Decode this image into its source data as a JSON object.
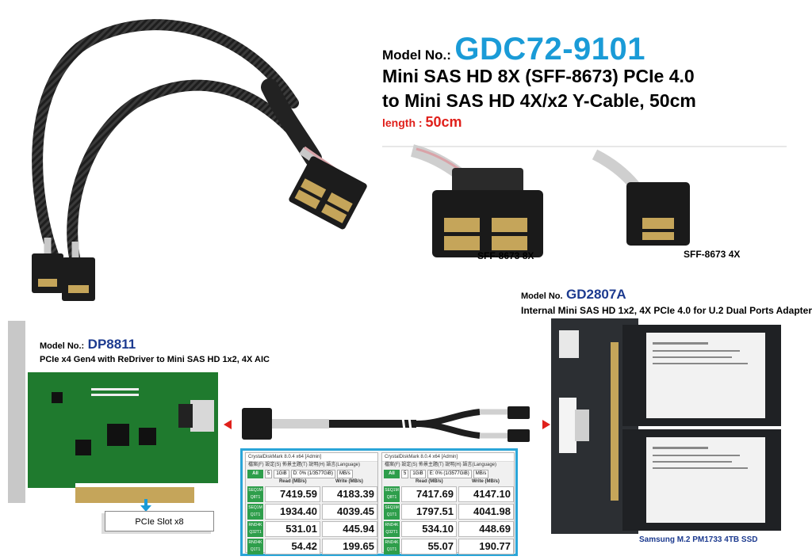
{
  "header": {
    "model_prefix": "Model No.:",
    "model_number": "GDC72-9101",
    "title_line1": "Mini SAS HD 8X (SFF-8673) PCIe 4.0",
    "title_line2": "to Mini SAS HD 4X/x2 Y-Cable, 50cm",
    "length_label": "length :",
    "length_value": "50cm"
  },
  "connectors": {
    "label_8x": "SFF-8673 8X",
    "label_4x": "SFF-8673 4X"
  },
  "adapter": {
    "model_prefix": "Model No.",
    "model_number": "GD2807A",
    "description": "Internal Mini SAS HD 1x2, 4X PCIe 4.0 for U.2 Dual Ports Adapter",
    "ssd_caption": "Samsung M.2 PM1733 4TB SSD"
  },
  "card": {
    "model_prefix": "Model No.:",
    "model_number": "DP8811",
    "description": "PCIe x4 Gen4 with ReDriver to Mini SAS HD 1x2, 4X AIC",
    "slot_label": "PCIe Slot x8"
  },
  "benchmarks": [
    {
      "title": "CrystalDiskMark 8.0.4 x64 [Admin]",
      "menu": "檔案(F)  設定(S)  佈景主題(T)  說明(H)  語言(Language)",
      "all_label": "All",
      "runs": "5",
      "size": "1GiB",
      "drive": "D: 0% (1/3577GiB)",
      "unit": "MB/s",
      "read_header": "Read (MB/s)",
      "write_header": "Write (MB/s)",
      "rows": [
        {
          "label1": "SEQ1M",
          "label2": "Q8T1",
          "read": "7419.59",
          "write": "4183.39"
        },
        {
          "label1": "SEQ1M",
          "label2": "Q1T1",
          "read": "1934.40",
          "write": "4039.45"
        },
        {
          "label1": "RND4K",
          "label2": "Q32T1",
          "read": "531.01",
          "write": "445.94"
        },
        {
          "label1": "RND4K",
          "label2": "Q1T1",
          "read": "54.42",
          "write": "199.65"
        }
      ]
    },
    {
      "title": "CrystalDiskMark 8.0.4 x64 [Admin]",
      "menu": "檔案(F)  設定(S)  佈景主題(T)  說明(H)  語言(Language)",
      "all_label": "All",
      "runs": "5",
      "size": "1GiB",
      "drive": "E: 0% (1/3577GiB)",
      "unit": "MB/s",
      "read_header": "Read (MB/s)",
      "write_header": "Write (MB/s)",
      "rows": [
        {
          "label1": "SEQ1M",
          "label2": "Q8T1",
          "read": "7417.69",
          "write": "4147.10"
        },
        {
          "label1": "SEQ1M",
          "label2": "Q1T1",
          "read": "1797.51",
          "write": "4041.98"
        },
        {
          "label1": "RND4K",
          "label2": "Q32T1",
          "read": "534.10",
          "write": "448.69"
        },
        {
          "label1": "RND4K",
          "label2": "Q1T1",
          "read": "55.07",
          "write": "190.77"
        }
      ]
    }
  ]
}
